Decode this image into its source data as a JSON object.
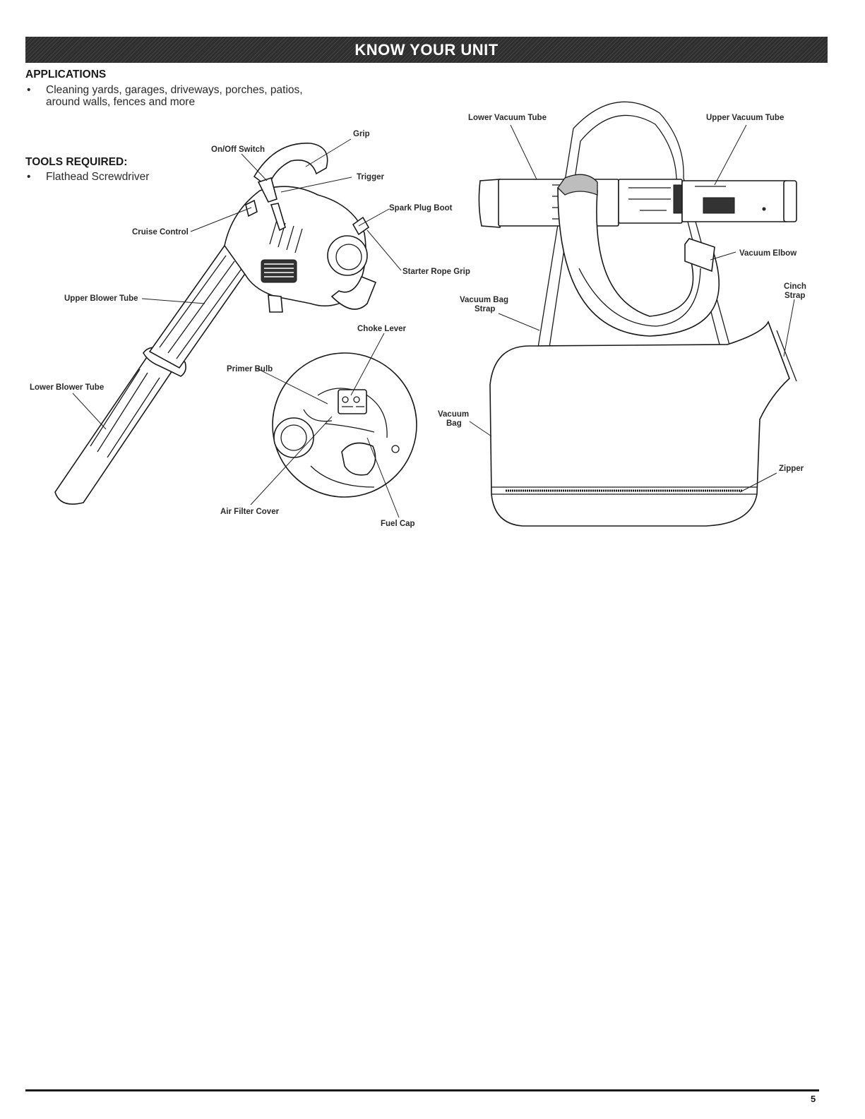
{
  "banner": {
    "title": "KNOW YOUR UNIT"
  },
  "applications": {
    "heading": "APPLICATIONS",
    "bullet": "•",
    "line1": "Cleaning yards, garages, driveways, porches, patios,",
    "line2": "around walls, fences and more"
  },
  "tools": {
    "heading": "TOOLS REQUIRED:",
    "bullet": "•",
    "item": "Flathead Screwdriver"
  },
  "labels": {
    "grip": "Grip",
    "on_off_switch": "On/Off Switch",
    "trigger": "Trigger",
    "spark_plug_boot": "Spark Plug Boot",
    "cruise_control": "Cruise Control",
    "starter_rope_grip": "Starter Rope Grip",
    "upper_blower_tube": "Upper Blower Tube",
    "choke_lever": "Choke Lever",
    "primer_bulb": "Primer Bulb",
    "lower_blower_tube": "Lower Blower Tube",
    "air_filter_cover": "Air Filter Cover",
    "fuel_cap": "Fuel Cap",
    "lower_vacuum_tube": "Lower Vacuum Tube",
    "upper_vacuum_tube": "Upper Vacuum Tube",
    "vacuum_elbow": "Vacuum Elbow",
    "cinch_line1": "Cinch",
    "cinch_line2": "Strap",
    "vacuum_bag_strap_line1": "Vacuum Bag",
    "vacuum_bag_strap_line2": "Strap",
    "vacuum_bag_line1": "Vacuum",
    "vacuum_bag_line2": "Bag",
    "zipper": "Zipper"
  },
  "footer": {
    "page_number": "5"
  }
}
